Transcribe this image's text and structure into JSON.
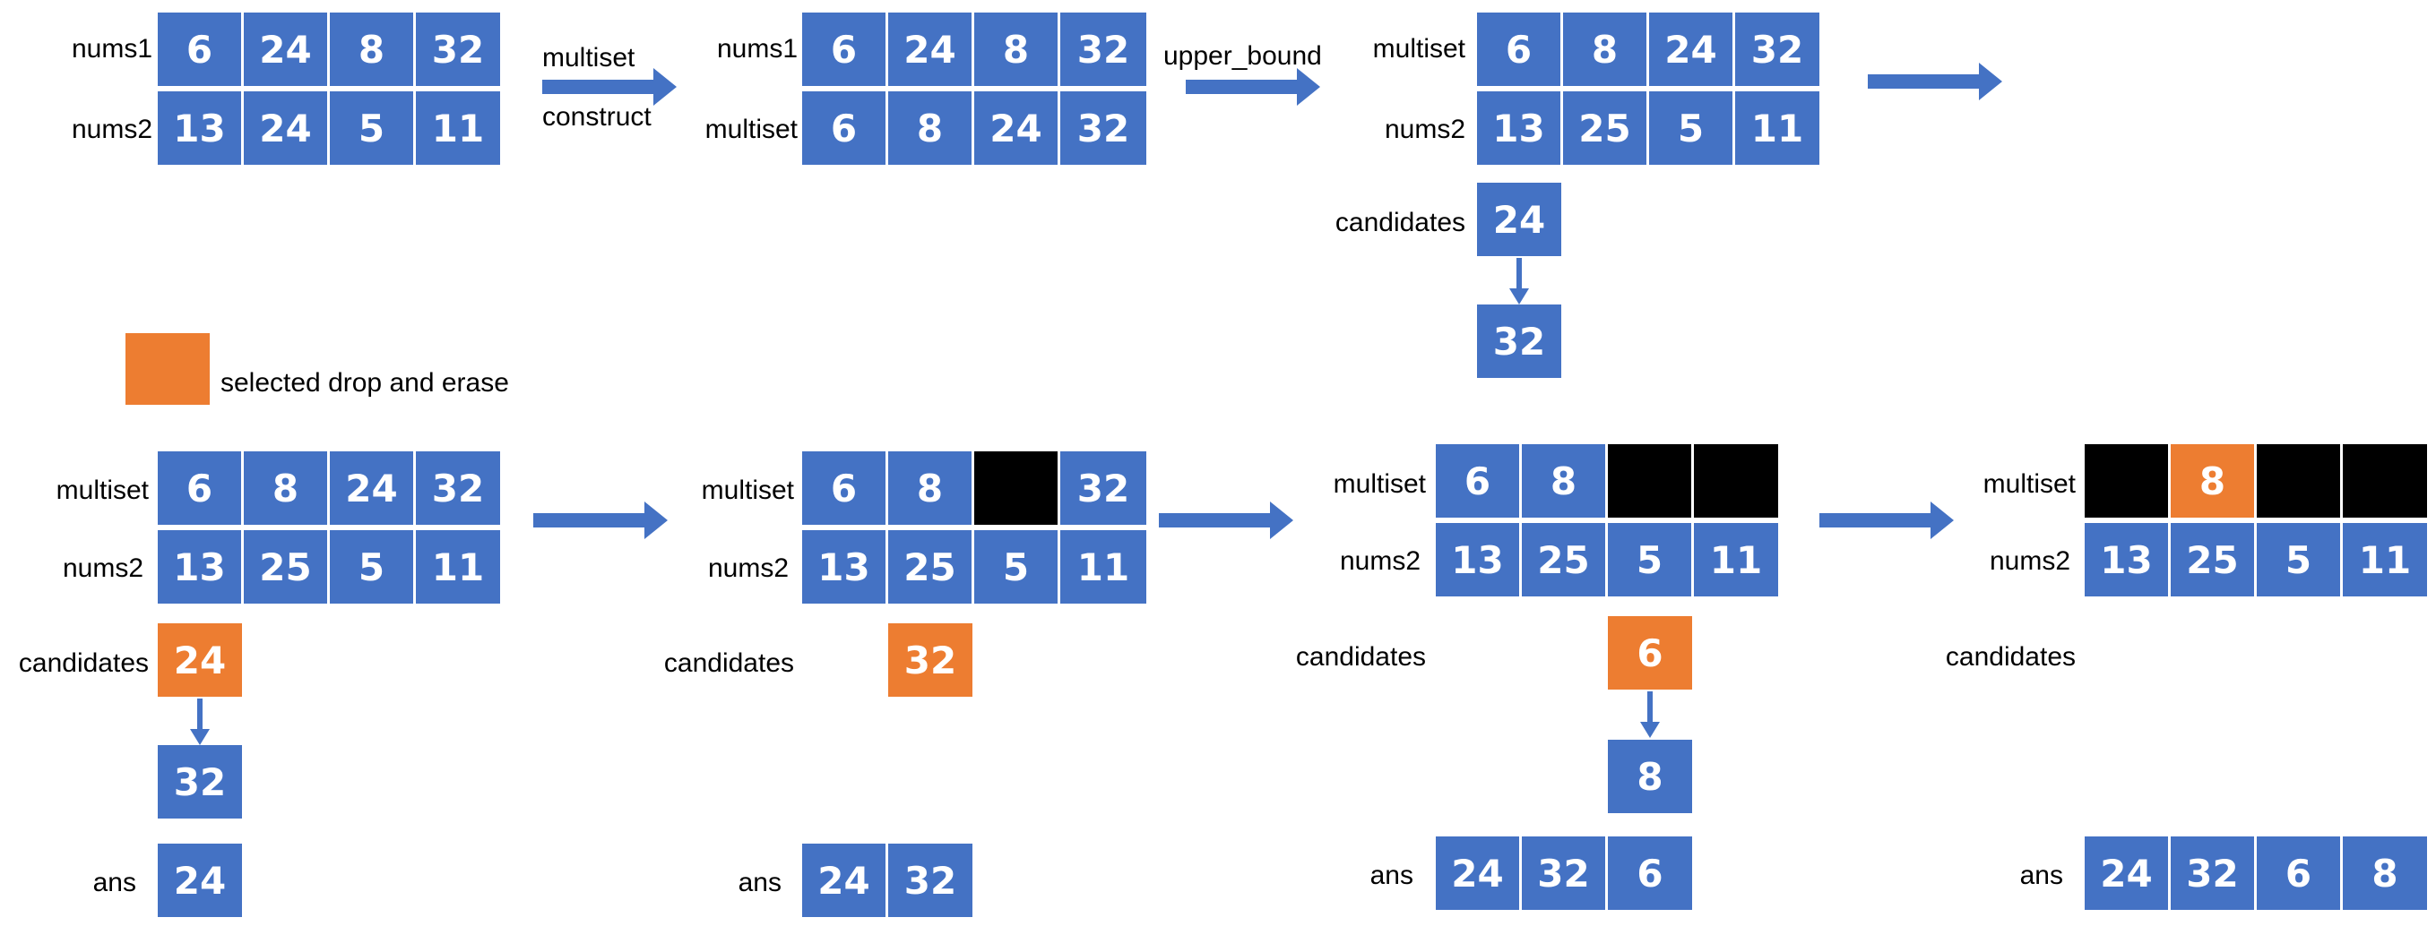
{
  "labels": {
    "nums1": "nums1",
    "nums2": "nums2",
    "multiset": "multiset",
    "candidates": "candidates",
    "ans": "ans"
  },
  "transitions": {
    "construct_top": "multiset",
    "construct_bottom": "construct",
    "upper_bound": "upper_bound"
  },
  "legend": {
    "text": "selected drop and erase",
    "color": "#ED7D31"
  },
  "colors": {
    "cell": "#4472C4",
    "selected": "#ED7D31",
    "erased": "#000000"
  },
  "step1": {
    "nums1": [
      "6",
      "24",
      "8",
      "32"
    ],
    "nums2": [
      "13",
      "24",
      "5",
      "11"
    ]
  },
  "step2": {
    "nums1": [
      "6",
      "24",
      "8",
      "32"
    ],
    "multiset": [
      "6",
      "8",
      "24",
      "32"
    ]
  },
  "step3": {
    "multiset": [
      "6",
      "8",
      "24",
      "32"
    ],
    "nums2": [
      "13",
      "25",
      "5",
      "11"
    ],
    "candidates": [
      "24",
      "32"
    ]
  },
  "step4": {
    "multiset": [
      "6",
      "8",
      "24",
      "32"
    ],
    "nums2": [
      "13",
      "25",
      "5",
      "11"
    ],
    "candidates": [
      "24",
      "32"
    ],
    "ans": [
      "24"
    ]
  },
  "step5": {
    "multiset": [
      "6",
      "8",
      "",
      "32"
    ],
    "nums2": [
      "13",
      "25",
      "5",
      "11"
    ],
    "candidates": [
      "32"
    ],
    "ans": [
      "24",
      "32"
    ]
  },
  "step6": {
    "multiset": [
      "6",
      "8",
      "",
      ""
    ],
    "nums2": [
      "13",
      "25",
      "5",
      "11"
    ],
    "candidates": [
      "6",
      "8"
    ],
    "ans": [
      "24",
      "32",
      "6"
    ]
  },
  "step7": {
    "multiset": [
      "",
      "8",
      "",
      ""
    ],
    "nums2": [
      "13",
      "25",
      "5",
      "11"
    ],
    "ans": [
      "24",
      "32",
      "6",
      "8"
    ]
  }
}
